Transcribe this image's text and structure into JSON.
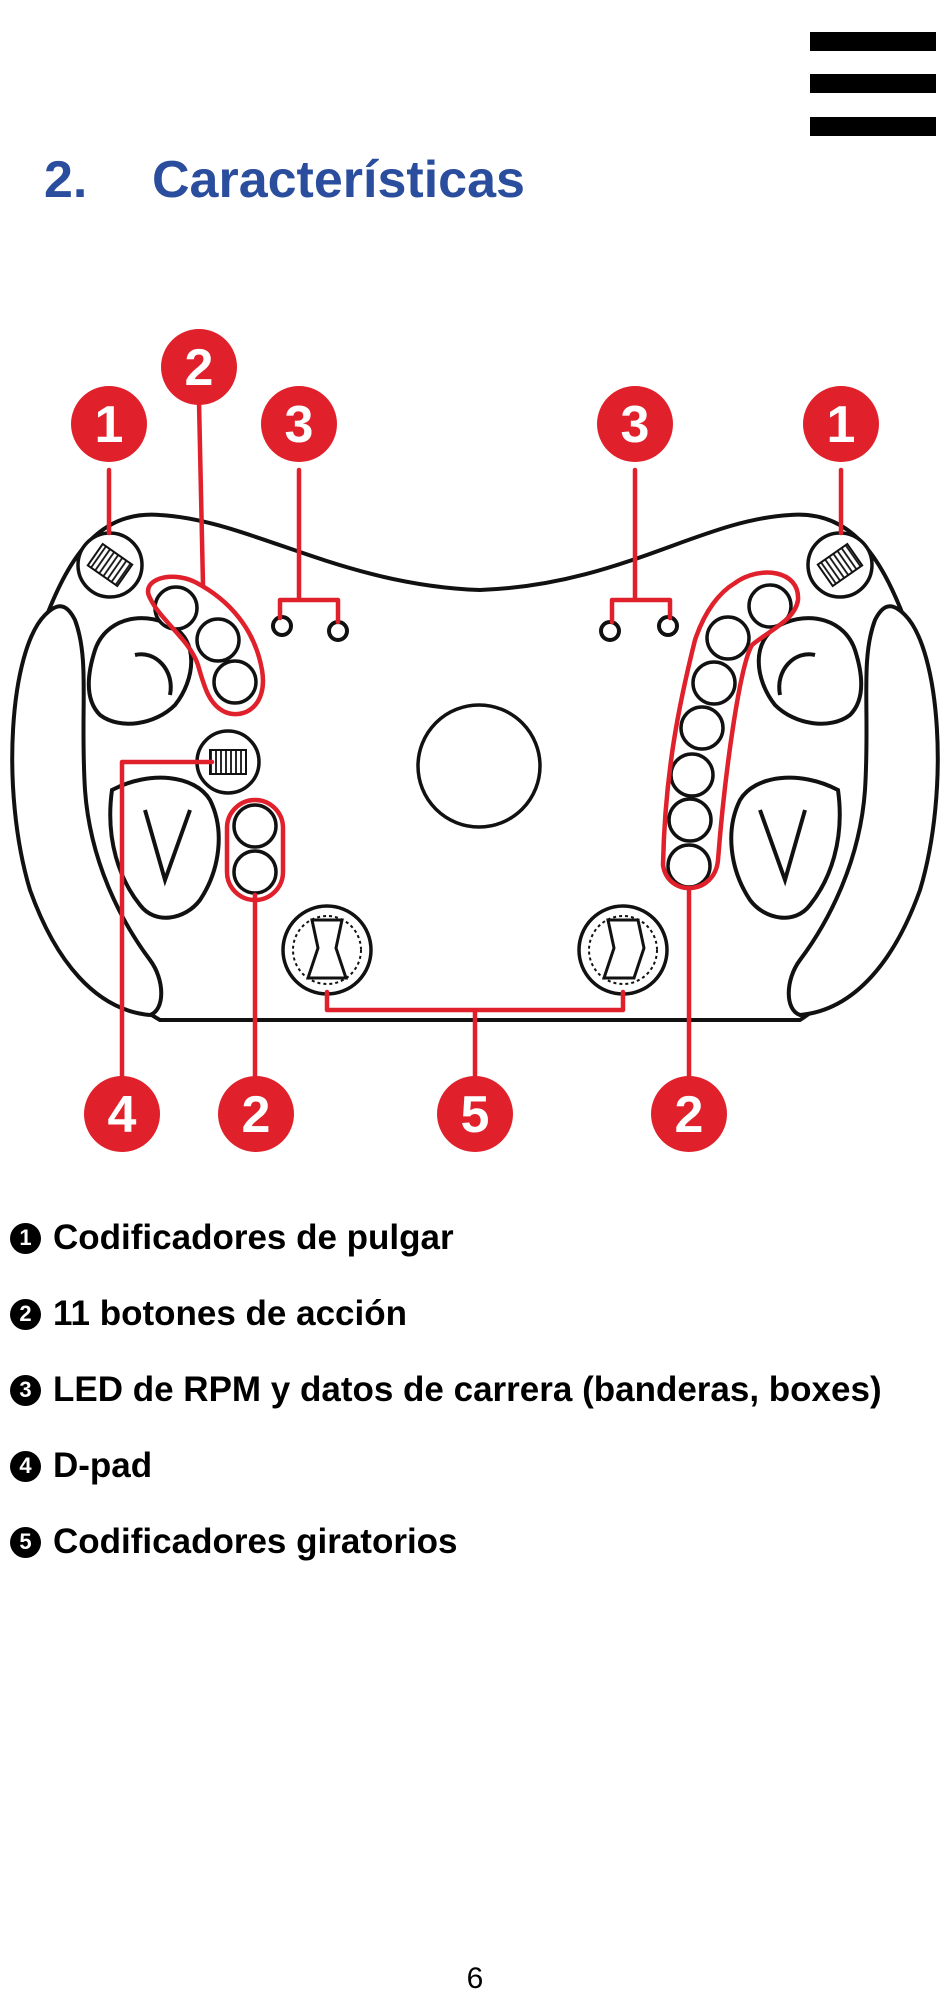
{
  "header": {
    "section_number": "2.",
    "section_title": "Características"
  },
  "diagram": {
    "callouts": {
      "thumb_encoder_left": "1",
      "thumb_encoder_right": "1",
      "action_buttons_top_left": "2",
      "action_buttons_bottom_left": "2",
      "action_buttons_bottom_right": "2",
      "leds_left": "3",
      "leds_right": "3",
      "dpad": "4",
      "rotary_encoders": "5"
    },
    "colors": {
      "callout": "#e0202a",
      "outline": "#111111"
    }
  },
  "legend": [
    {
      "number": "1",
      "text": "Codificadores de pulgar"
    },
    {
      "number": "2",
      "text": "11 botones de acción"
    },
    {
      "number": "3",
      "text": "LED de RPM y datos de carrera (banderas, boxes)"
    },
    {
      "number": "4",
      "text": "D-pad"
    },
    {
      "number": "5",
      "text": "Codificadores giratorios"
    }
  ],
  "footer": {
    "page_number": "6"
  },
  "icons": {
    "menu": "hamburger-menu-icon"
  }
}
